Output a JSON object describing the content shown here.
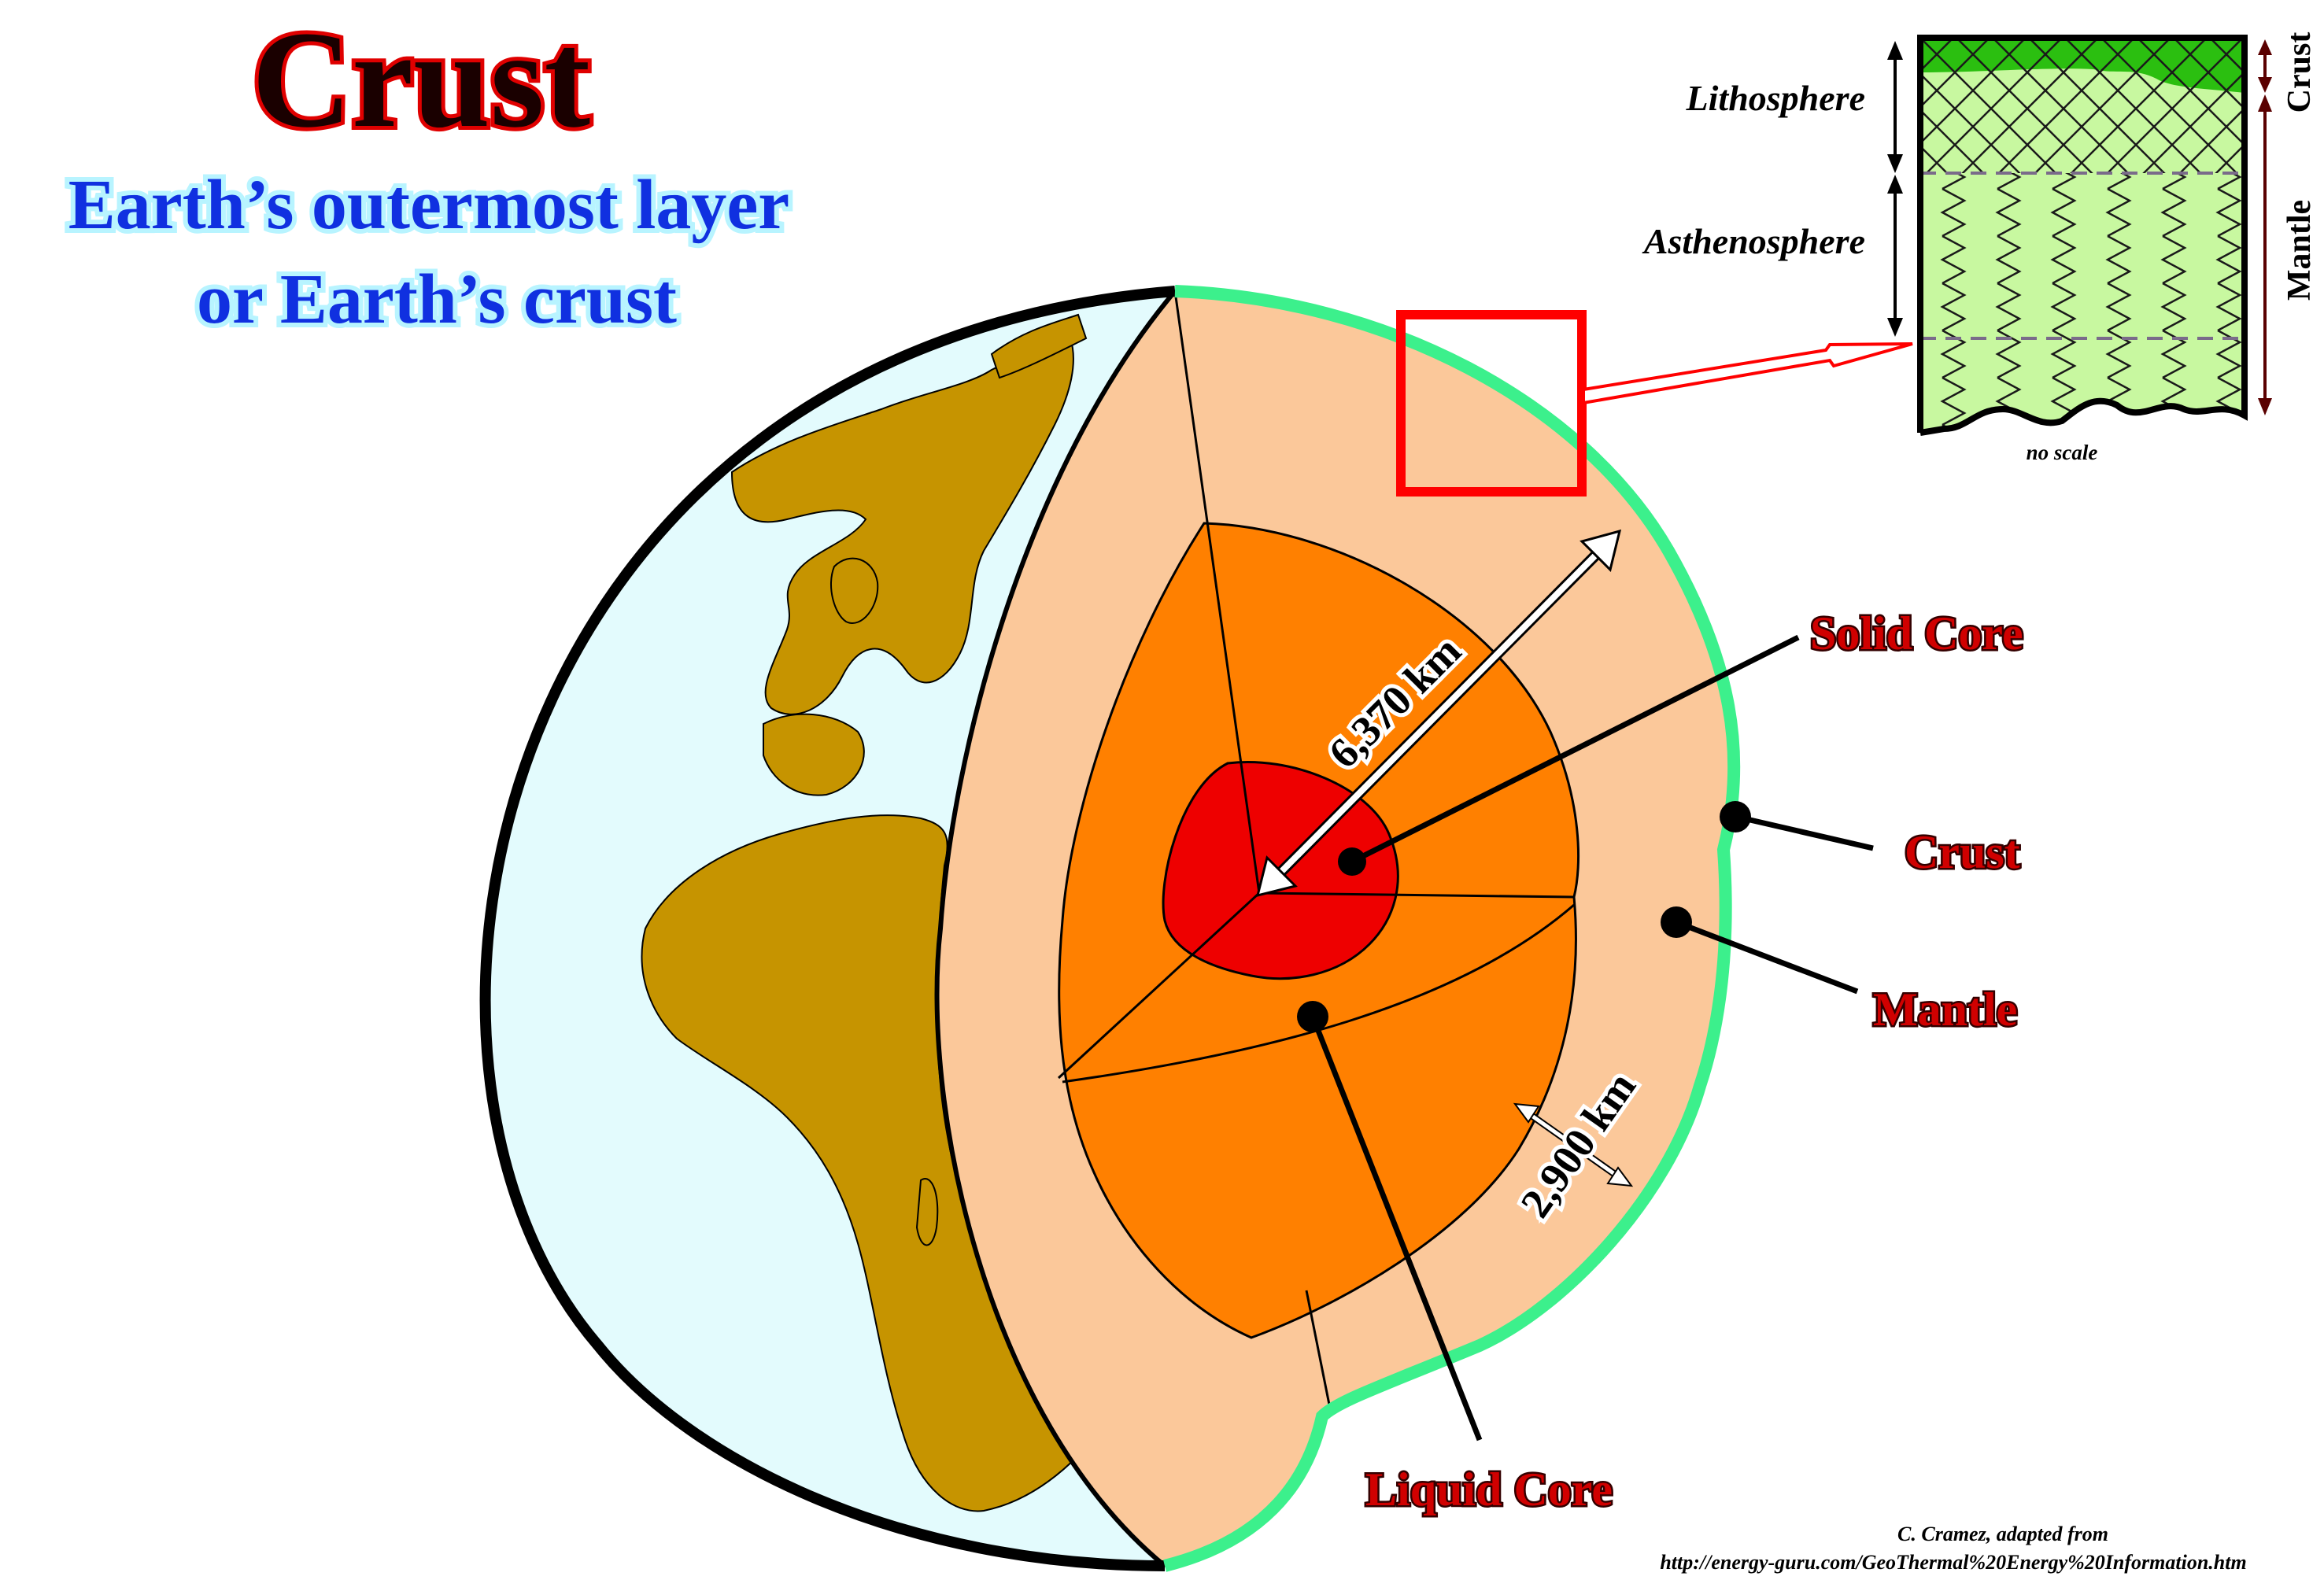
{
  "title": "Crust",
  "subtitle_line1": "Earth’s outermost layer",
  "subtitle_line2": "or Earth’s crust",
  "labels": {
    "solid_core": "Solid Core",
    "crust": "Crust",
    "mantle": "Mantle",
    "liquid_core": "Liquid Core"
  },
  "distances": {
    "radius": "6,370 km",
    "mantle_thickness": "2,900 km"
  },
  "inset": {
    "lithosphere": "Lithosphere",
    "asthenosphere": "Asthenosphere",
    "crust": "Crust",
    "mantle": "Mantle",
    "no_scale": "no scale"
  },
  "credit_line1": "C. Cramez, adapted from",
  "credit_line2": "http://energy-guru.com/GeoThermal%20Energy%20Information.htm",
  "colors": {
    "ocean": "#e3fbfd",
    "land": "#c69400",
    "crust": "#3cf08c",
    "mantle": "#fbc89a",
    "liquid_core": "#ff8000",
    "solid_core": "#ee0000",
    "inset_crust": "#19b800",
    "inset_mantle": "#c8f8a0"
  }
}
